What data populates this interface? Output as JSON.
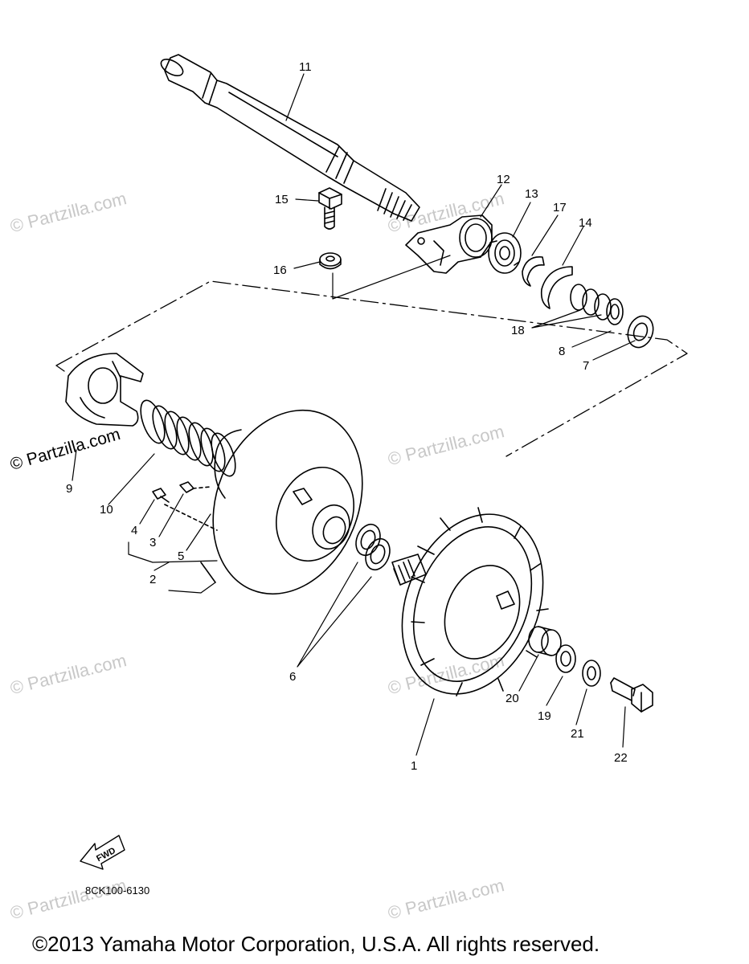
{
  "watermark": "© Partzilla.com",
  "callouts": {
    "p1": "1",
    "p2": "2",
    "p3": "3",
    "p4": "4",
    "p5": "5",
    "p6": "6",
    "p7": "7",
    "p8": "8",
    "p9": "9",
    "p10": "10",
    "p11": "11",
    "p12": "12",
    "p13": "13",
    "p14": "14",
    "p15": "15",
    "p16": "16",
    "p17": "17",
    "p18": "18",
    "p19": "19",
    "p20": "20",
    "p21": "21",
    "p22": "22"
  },
  "fwd_label": "FWD",
  "diagram_code": "8CK100-6130",
  "copyright": "©2013  Yamaha Motor Corporation, U.S.A. All rights reserved."
}
